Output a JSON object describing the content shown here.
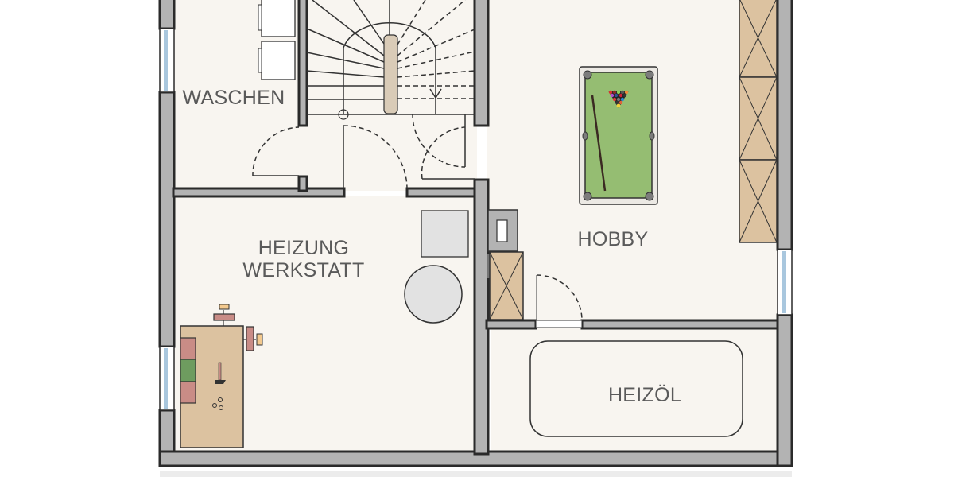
{
  "floor_plan": {
    "level_label": "",
    "rooms": [
      {
        "id": "waschen",
        "label": "WASCHEN"
      },
      {
        "id": "heizung-werkstatt",
        "label_line1": "HEIZUNG",
        "label_line2": "WERKSTATT"
      },
      {
        "id": "hobby",
        "label": "HOBBY"
      },
      {
        "id": "heizoel",
        "label": "HEIZÖL"
      }
    ],
    "furniture": [
      "washing-machine",
      "dryer",
      "staircase",
      "billiard-table",
      "storage-cabinet",
      "workbench",
      "boiler-unit",
      "heating-tank",
      "chimney",
      "oil-tank"
    ],
    "colors": {
      "wall": "#b3b3b3",
      "wall_outline": "#2a2a2a",
      "floor": "#f8f5f0",
      "cabinet": "#dcc2a0",
      "billiard_felt": "#95bd72",
      "window_glass": "#a9c7de",
      "label_text": "#5a5a5a"
    }
  }
}
